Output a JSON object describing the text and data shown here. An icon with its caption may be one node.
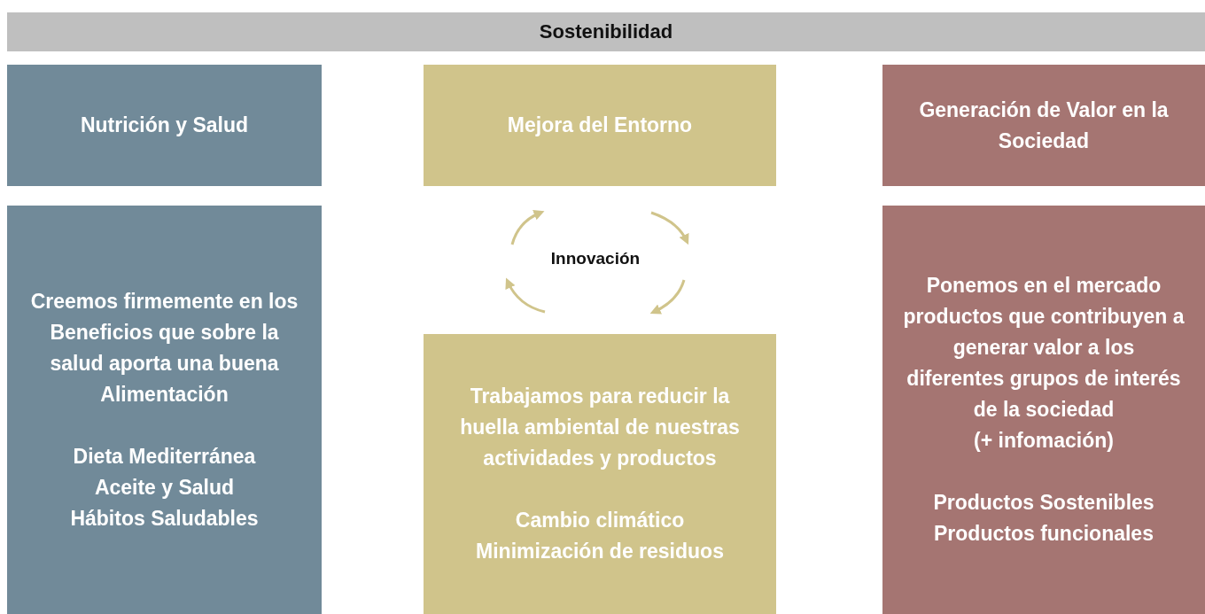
{
  "diagram": {
    "title": "Sostenibilidad",
    "nodes": [
      {
        "text": [
          "Nutrición y Salud"
        ]
      },
      {
        "text": [
          "Mejora del Entorno"
        ]
      },
      {
        "text": [
          "Generación de Valor en la Sociedad"
        ]
      },
      {
        "text": [
          "Creemos firmemente en los Beneficios que sobre la salud aporta una buena Alimentación",
          "Dieta Mediterránea",
          "Aceite y Salud",
          "Hábitos Saludables"
        ]
      },
      {
        "text": [
          "Trabajamos para reducir la huella ambiental de nuestras actividades y productos",
          "Cambio climático",
          "Minimización de residuos"
        ]
      },
      {
        "text": [
          "Ponemos en el mercado productos que contribuyen a generar valor a los diferentes grupos de interés de la sociedad",
          "(+ infomación)",
          "Productos Sostenibles",
          "Productos funcionales"
        ]
      }
    ],
    "edges": [],
    "labels": [
      "Innovación"
    ]
  }
}
